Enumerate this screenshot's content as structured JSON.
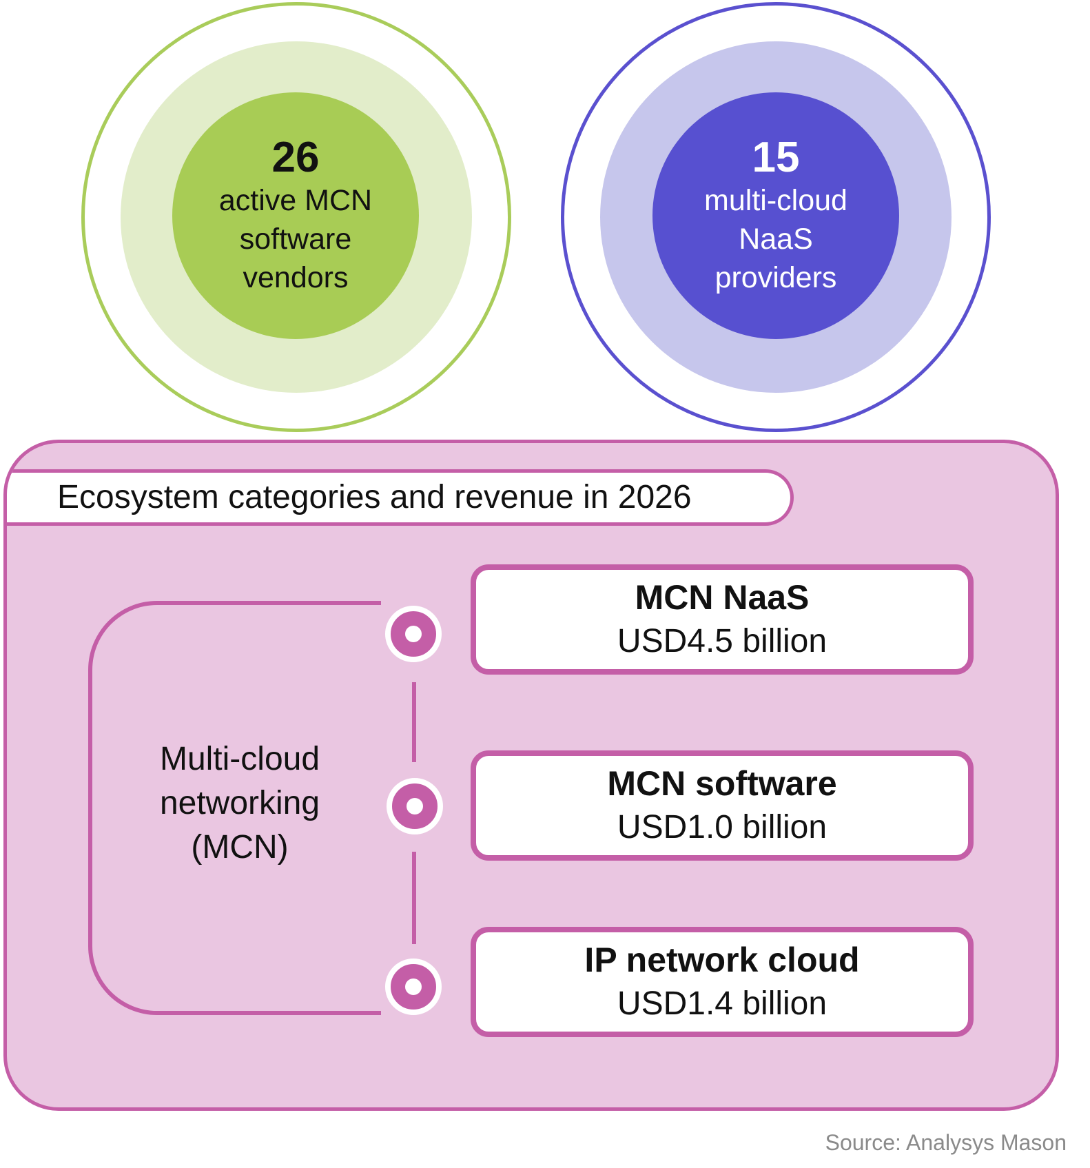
{
  "stats": [
    {
      "number": "26",
      "lines": [
        "active MCN",
        "software",
        "vendors"
      ],
      "colors": {
        "ring": "#a9cc5a",
        "halo": "#e2edca",
        "core": "#a8cc55",
        "text": "#111111"
      }
    },
    {
      "number": "15",
      "lines": [
        "multi-cloud",
        "NaaS",
        "providers"
      ],
      "colors": {
        "ring": "#5a50cf",
        "halo": "#c6c6ec",
        "core": "#5750d0",
        "text": "#ffffff"
      }
    }
  ],
  "ecosystem": {
    "title": "Ecosystem categories and revenue in 2026",
    "group_label": [
      "Multi-cloud",
      "networking",
      "(MCN)"
    ],
    "categories": [
      {
        "name": "MCN NaaS",
        "value": "USD4.5 billion"
      },
      {
        "name": "MCN software",
        "value": "USD1.0 billion"
      },
      {
        "name": "IP network cloud",
        "value": "USD1.4 billion"
      }
    ],
    "colors": {
      "accent": "#c45ea7",
      "panel_bg": "#eac6e1"
    }
  },
  "source": "Source: Analysys Mason"
}
